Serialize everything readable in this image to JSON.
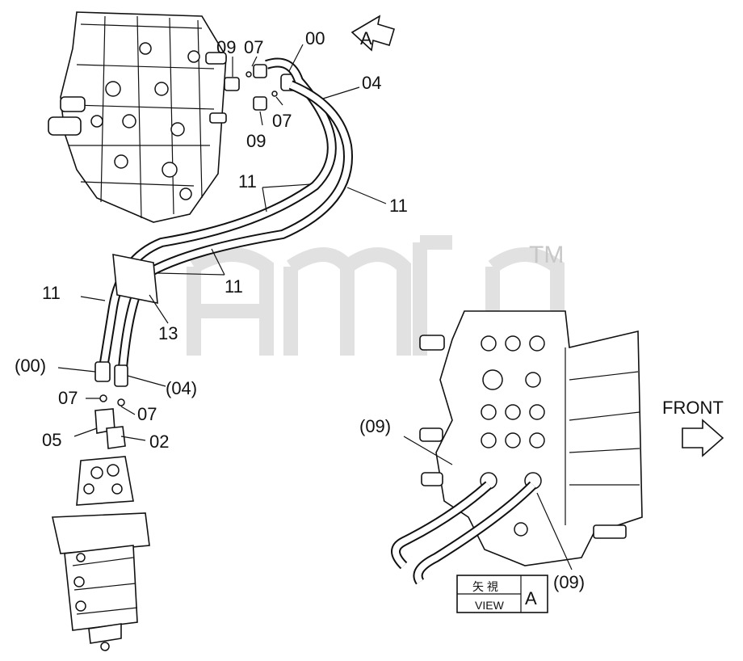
{
  "callouts": {
    "l00_top": "00",
    "l09_top": "09",
    "l07_top": "07",
    "l04_right": "04",
    "l07_mid": "07",
    "l09_mid": "09",
    "l11_a": "11",
    "l11_b": "11",
    "l11_left": "11",
    "l11_c": "11",
    "l13": "13",
    "l00_paren": "(00)",
    "l04_paren": "(04)",
    "l07_left": "07",
    "l07_right": "07",
    "l05": "05",
    "l02": "02",
    "l09_paren_left": "(09)",
    "l09_paren_bottom": "(09)"
  },
  "view_marker": {
    "letter": "A"
  },
  "view_box": {
    "kanji": "矢 視",
    "word": "VIEW",
    "letter": "A"
  },
  "front": {
    "label": "FRONT"
  },
  "watermark": {
    "tm": "TM"
  }
}
